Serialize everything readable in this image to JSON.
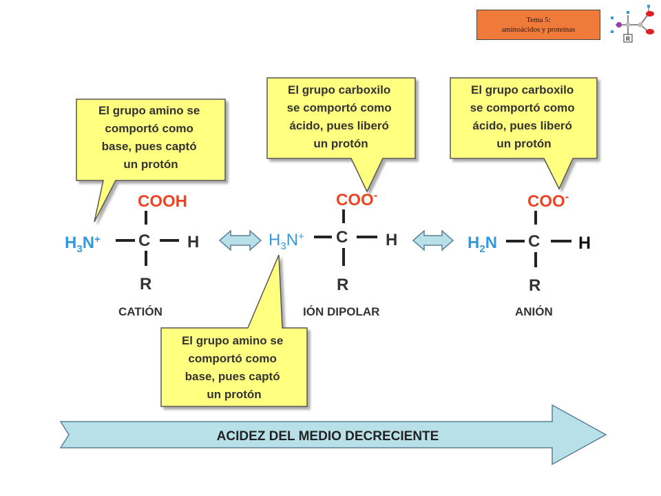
{
  "header": {
    "topic_line1": "Tema 5:",
    "topic_line2": "aminoácidos y proteínas"
  },
  "logo": {
    "icon": "amino-acid-molecule-icon",
    "r_label": "R"
  },
  "callouts": [
    {
      "lines": [
        "El grupo amino se",
        "comportó como",
        "base, pues captó",
        "un protón"
      ]
    },
    {
      "lines": [
        "El grupo carboxilo",
        "se comportó como",
        "ácido, pues liberó",
        "un protón"
      ]
    },
    {
      "lines": [
        "El grupo carboxilo",
        "se comportó como",
        "ácido, pues liberó",
        "un protón"
      ]
    },
    {
      "lines": [
        "El grupo amino se",
        "comportó como",
        "base, pues captó",
        "un protón"
      ]
    }
  ],
  "structures": {
    "cation": {
      "label": "CATIÓN",
      "amino": {
        "base": "H",
        "sub": "3",
        "rest": "N",
        "sup": "+"
      },
      "carboxyl": "COOH",
      "carbon": "C",
      "h": "H",
      "r": "R"
    },
    "zwitterion": {
      "label": "IÓN DIPOLAR",
      "amino": {
        "base": "H",
        "sub": "3",
        "rest": "N",
        "sup": "+"
      },
      "carboxyl": "COO",
      "carboxyl_sup": "-",
      "carbon": "C",
      "h": "H",
      "r": "R"
    },
    "anion": {
      "label": "ANIÓN",
      "amino": {
        "base": "H",
        "sub": "2",
        "rest": "N"
      },
      "carboxyl": "COO",
      "carboxyl_sup": "-",
      "carbon": "C",
      "h": "H",
      "r": "R"
    }
  },
  "bottom_arrow": {
    "label": "ACIDEZ DEL MEDIO DECRECIENTE"
  },
  "colors": {
    "callout_fill": "#ffff80",
    "amino_blue": "#3399dd",
    "carboxyl_red": "#ee4422",
    "text_dark": "#333333",
    "arrow_fill": "#b8e0e8",
    "arrow_stroke": "#5a7f96",
    "badge_fill": "#f07a3a"
  }
}
